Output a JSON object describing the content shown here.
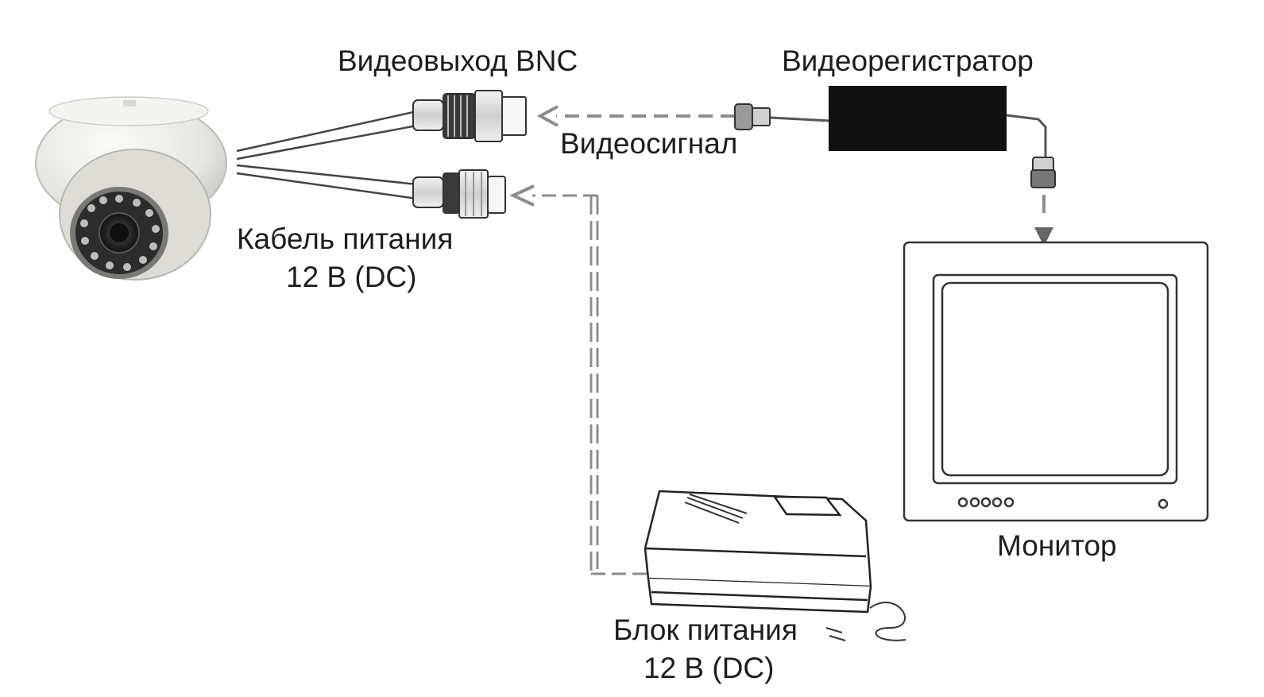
{
  "labels": {
    "bnc_output": "Видеовыход BNC",
    "dvr": "Видеорегистратор",
    "video_signal": "Видеосигнал",
    "power_cable_line1": "Кабель питания",
    "power_cable_line2": "12 В (DC)",
    "monitor": "Монитор",
    "psu_line1": "Блок питания",
    "psu_line2": "12 В (DC)"
  },
  "colors": {
    "line": "#333333",
    "dashed": "#8c8c8c",
    "dvr_body": "#111111",
    "camera_body": "#e9e8e4"
  }
}
